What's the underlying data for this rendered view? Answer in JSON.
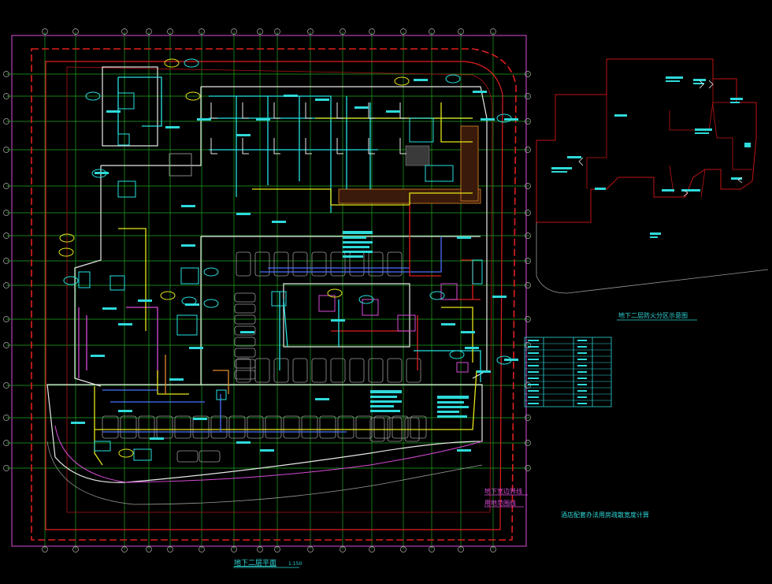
{
  "drawing": {
    "main_plan_title": "地下二层平面",
    "main_plan_scale": "1:150",
    "fire_zone_title": "地下二层防火分区示意图",
    "calc_title": "酒店配套办法用房疏散宽度计算",
    "legend": [
      {
        "label": "地下室边界线"
      },
      {
        "label": "用地范围线"
      }
    ]
  },
  "colors": {
    "background": "#000000",
    "grid_line": "#1fc81f",
    "boundary_red": "#e01f1f",
    "wall_white": "#e8e8e8",
    "duct_cyan": "#27e0e0",
    "pipe_yellow": "#e6e619",
    "magenta": "#d84bd8",
    "blue": "#4b6fff",
    "orange": "#e08a2a"
  }
}
